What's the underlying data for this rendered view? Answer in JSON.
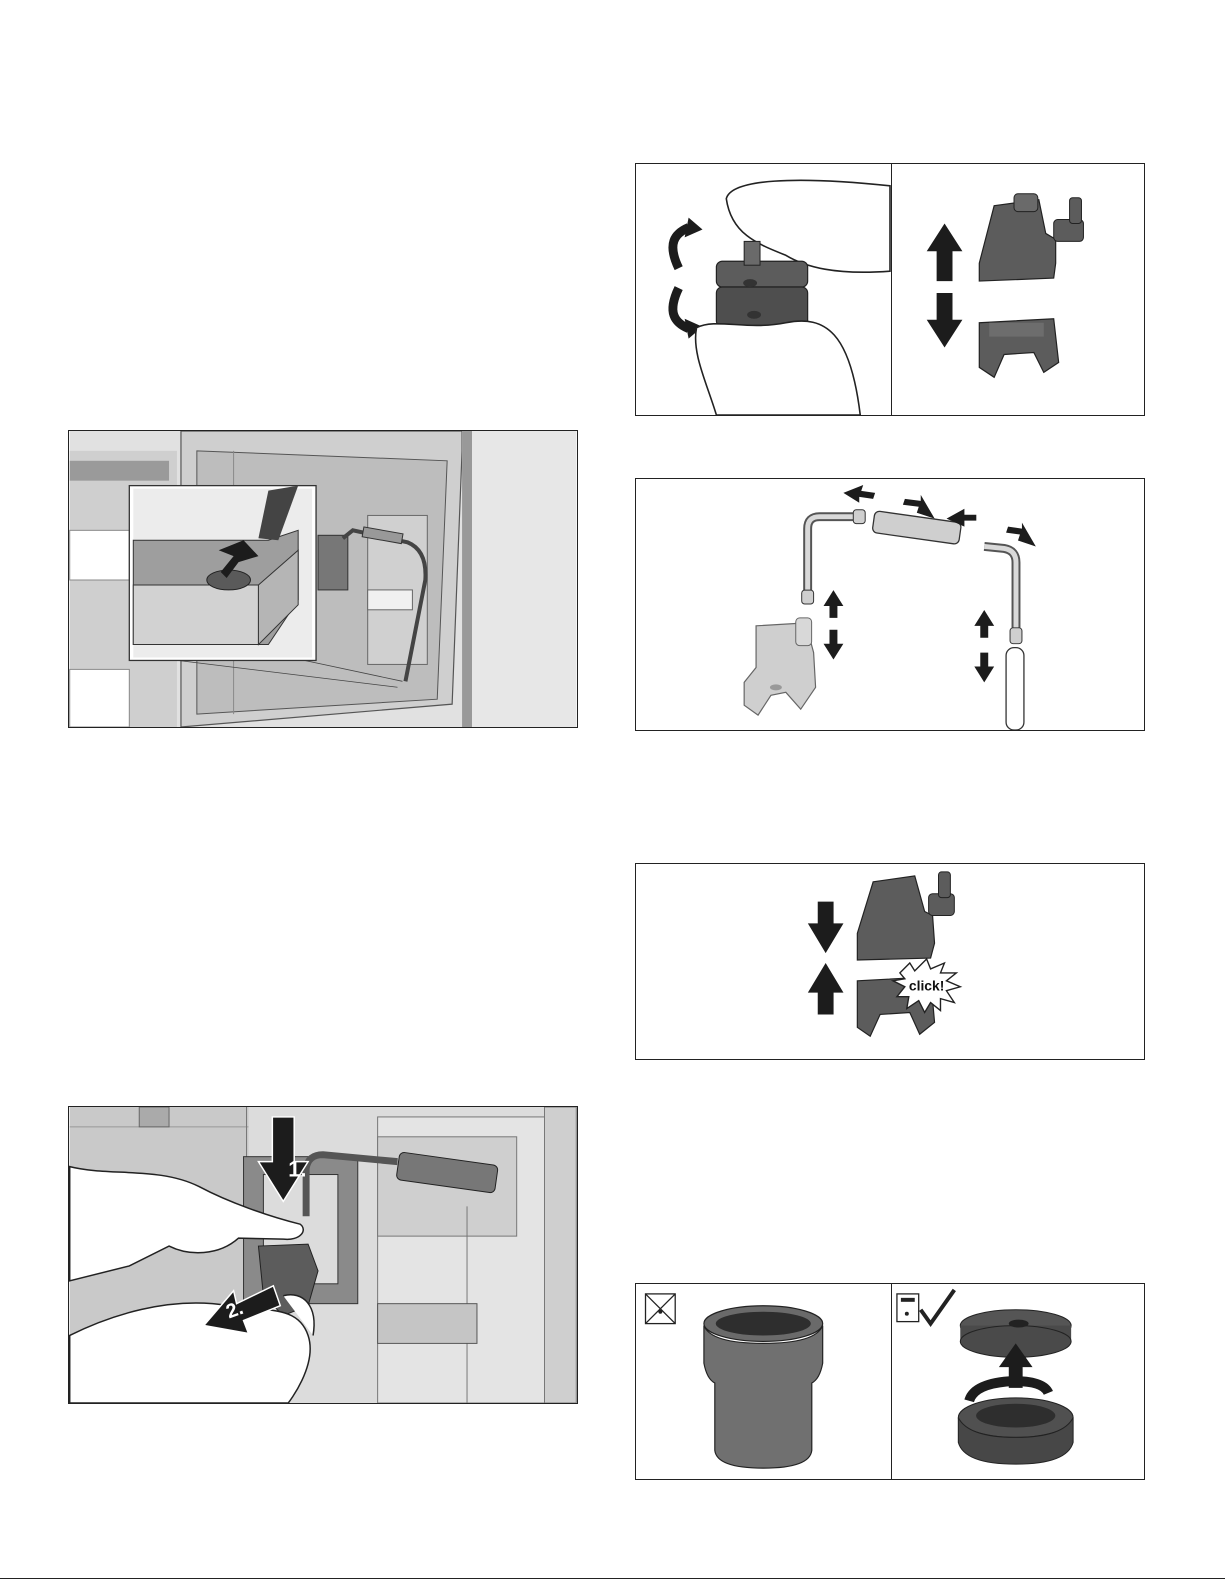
{
  "figures": {
    "coupling_apart": {
      "labels": []
    },
    "tube_assembly": {
      "labels": []
    },
    "coupling_click": {
      "click_label": "click!"
    },
    "oven_interior": {
      "labels": []
    },
    "push_remove": {
      "step1_label": "1.",
      "step2_label": "2."
    },
    "container_compare": {
      "left_icon": "no-dishwasher-icon",
      "right_icon": "dishwasher-safe-check-icon"
    }
  },
  "colors": {
    "dark_part": "#5c5c5c",
    "light_part": "#cfcfcf",
    "wall": "#bdbdbd",
    "wall_light": "#e1e1e1",
    "arrow": "#1c1c1c"
  }
}
